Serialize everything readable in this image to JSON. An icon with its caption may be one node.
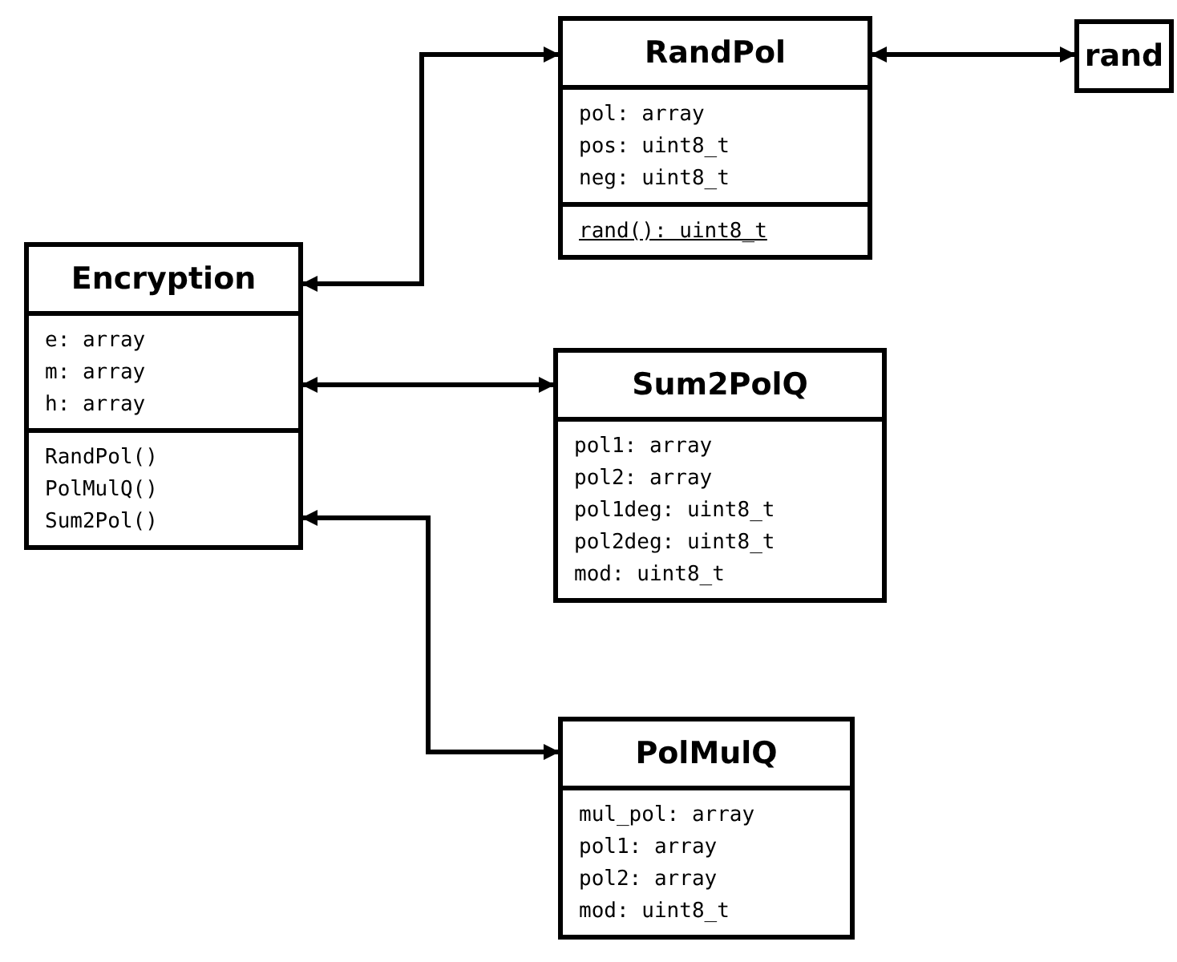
{
  "diagram": {
    "nodes": [
      {
        "text": [
          "Encryption",
          "e: array",
          "m: array",
          "h: array",
          "RandPol()",
          "PolMulQ()",
          "Sum2Pol()"
        ]
      },
      {
        "text": [
          "RandPol",
          "pol: array",
          "pos: uint8_t",
          "neg: uint8_t",
          "rand(): uint8_t"
        ]
      },
      {
        "text": [
          "rand"
        ]
      },
      {
        "text": [
          "Sum2PolQ",
          "pol1: array",
          "pol2: array",
          "pol1deg: uint8_t",
          "pol2deg: uint8_t",
          "mod: uint8_t"
        ]
      },
      {
        "text": [
          "PolMulQ",
          "mul_pol: array",
          "pol1: array",
          "pol2: array",
          "mod: uint8_t"
        ]
      }
    ],
    "edges": [
      {
        "from": 0,
        "to": 1,
        "arrow": "both"
      },
      {
        "from": 1,
        "to": 2,
        "arrow": "both"
      },
      {
        "from": 0,
        "to": 3,
        "arrow": "both"
      },
      {
        "from": 0,
        "to": 4,
        "arrow": "both"
      }
    ]
  }
}
